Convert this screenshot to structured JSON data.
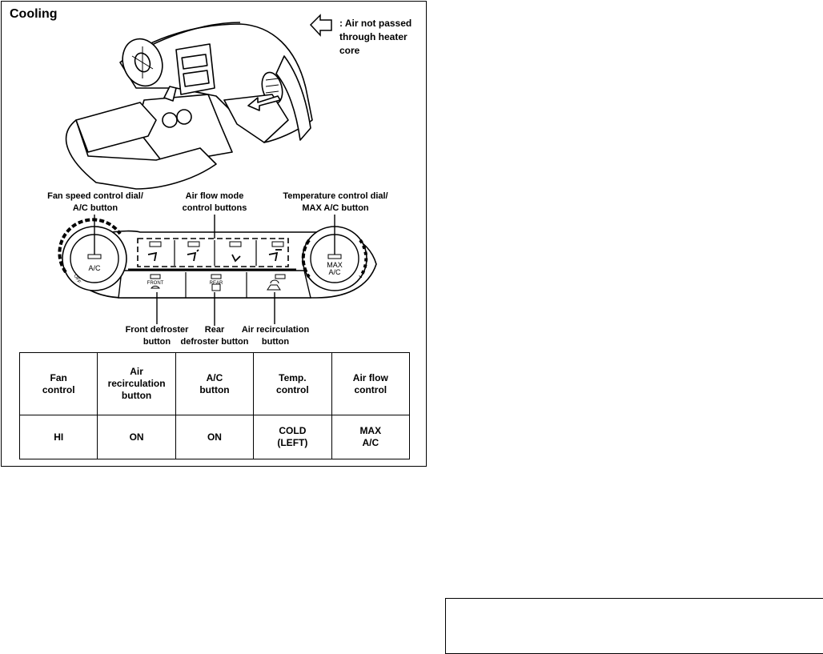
{
  "figure": {
    "title": "Cooling",
    "legend": {
      "icon": "arrow-left-outline-icon",
      "text": ": Air not passed\nthrough heater\ncore"
    },
    "callouts": {
      "fan_speed": "Fan speed control dial/\nA/C button",
      "air_flow": "Air flow mode\ncontrol buttons",
      "temperature": "Temperature control dial/\nMAX A/C button",
      "front_defroster": "Front defroster\nbutton",
      "rear_defroster": "Rear\ndefroster button",
      "air_recirculation": "Air recirculation\nbutton"
    },
    "panel_labels": {
      "ac_dial": "A/C",
      "max_ac_line1": "MAX",
      "max_ac_line2": "A/C",
      "front": "FRONT",
      "rear": "REAR",
      "off": "OFF"
    }
  },
  "settings_table": {
    "headers": [
      "Fan\ncontrol",
      "Air\nrecirculation\nbutton",
      "A/C\nbutton",
      "Temp.\ncontrol",
      "Air flow\ncontrol"
    ],
    "values": [
      "HI",
      "ON",
      "ON",
      "COLD\n(LEFT)",
      "MAX\nA/C"
    ]
  }
}
